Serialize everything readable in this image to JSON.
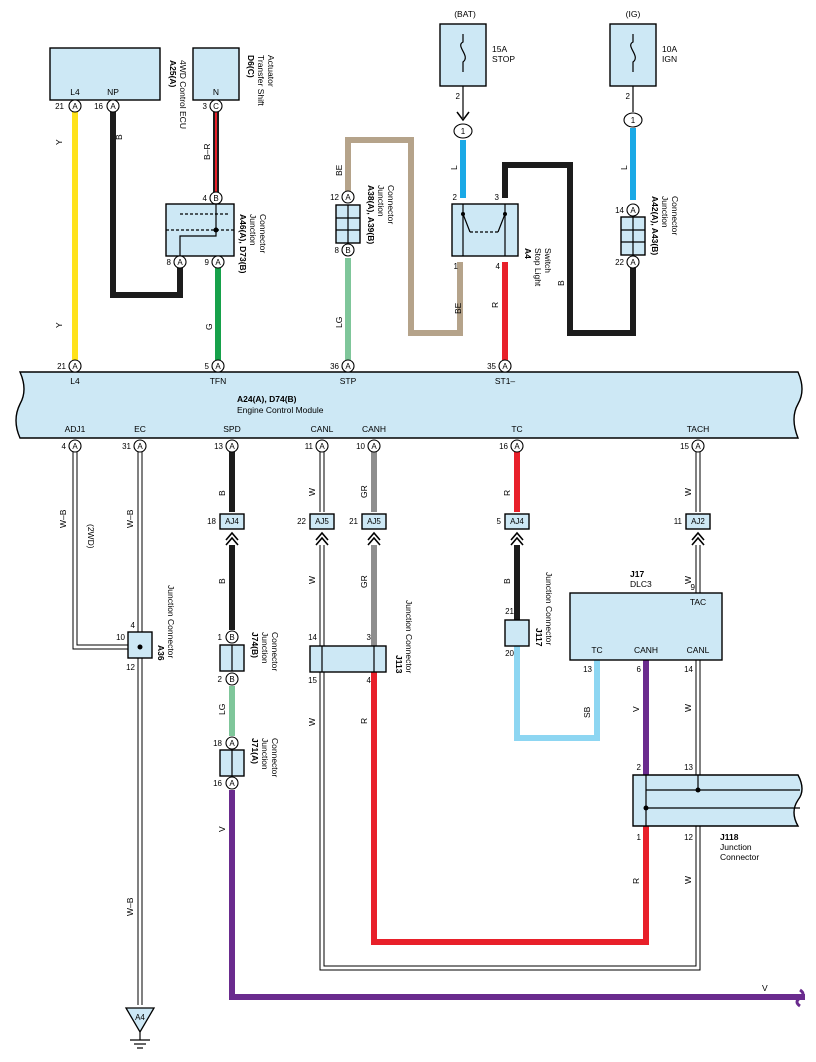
{
  "colors": {
    "Y": "#ffe21a",
    "B": "#1c1c1c",
    "L": "#1aa9e6",
    "BE": "#b5a38a",
    "LG": "#7fc69a",
    "G": "#16a14a",
    "R": "#e8202a",
    "GR": "#8e8e8e",
    "SB": "#8dd6f2",
    "V": "#6a2b8e",
    "component_fill": "#cde8f5"
  },
  "wire_labels": {
    "y1": "Y",
    "y2": "Y",
    "b_np": "B",
    "br": "B–R",
    "g_tfn": "G",
    "be_top": "BE",
    "lg_stp": "LG",
    "be_sw": "BE",
    "l_bat": "L",
    "r_sw": "R",
    "l_ig": "L",
    "b_ig": "B",
    "wb_adj": "W–B",
    "twowd": "(2WD)",
    "wb_ec": "W–B",
    "b_spd": "B",
    "w_canl": "W",
    "gr_canh": "GR",
    "r_tc": "R",
    "w_tach": "W",
    "b_aj4": "B",
    "w_aj5": "W",
    "gr_aj5": "GR",
    "b_aj4b": "B",
    "w_aj2": "W",
    "lg_j74": "LG",
    "v_j71": "V",
    "w_j113": "W",
    "r_j113": "R",
    "sb": "SB",
    "v_canh": "V",
    "w_canl2": "W",
    "r_j118": "R",
    "w_j118": "W",
    "wb_gnd": "W–B",
    "v_bottom": "V"
  },
  "components": {
    "ecu4wd": {
      "pin_l": "L4",
      "pin_r": "NP",
      "name": "A25(A)",
      "desc": "4WD Control ECU",
      "p21": "21",
      "p16": "16",
      "cA": "A"
    },
    "transfer": {
      "pin": "N",
      "name": "D6(C)",
      "desc1": "Transfer Shift",
      "desc2": "Actuator",
      "p3": "3",
      "cC": "C"
    },
    "fuse_stop": {
      "supply": "(BAT)",
      "rating": "15A",
      "name": "STOP",
      "p2": "2"
    },
    "fuse_ign": {
      "supply": "(IG)",
      "rating": "10A",
      "name": "IGN",
      "p2": "2"
    },
    "a46": {
      "name": "A46(A), D73(B)",
      "desc1": "Junction",
      "desc2": "Connector",
      "p4": "4",
      "p8": "8",
      "p9": "9",
      "cB": "B",
      "cA1": "A",
      "cA2": "A"
    },
    "a38": {
      "name": "A38(A), A39(B)",
      "desc1": "Junction",
      "desc2": "Connector",
      "p12": "12",
      "p8": "8",
      "cA": "A",
      "cB": "B"
    },
    "a4": {
      "name": "A4",
      "desc1": "Stop Light",
      "desc2": "Switch",
      "p2": "2",
      "p3": "3",
      "p1": "1",
      "p4": "4"
    },
    "a42": {
      "name": "A42(A), A43(B)",
      "desc1": "Junction",
      "desc2": "Connector",
      "p14": "14",
      "p22": "22",
      "cA1": "A",
      "cA2": "A"
    },
    "ecm": {
      "name": "A24(A), D74(B)",
      "desc": "Engine Control Module",
      "top_pins": [
        {
          "num": "21",
          "c": "A",
          "label": "L4"
        },
        {
          "num": "5",
          "c": "A",
          "label": "TFN"
        },
        {
          "num": "36",
          "c": "A",
          "label": "STP"
        },
        {
          "num": "35",
          "c": "A",
          "label": "ST1–"
        }
      ],
      "bottom_pins": [
        {
          "num": "4",
          "c": "A",
          "label": "ADJ1"
        },
        {
          "num": "31",
          "c": "A",
          "label": "EC"
        },
        {
          "num": "13",
          "c": "A",
          "label": "SPD"
        },
        {
          "num": "11",
          "c": "A",
          "label": "CANL"
        },
        {
          "num": "10",
          "c": "A",
          "label": "CANH"
        },
        {
          "num": "16",
          "c": "A",
          "label": "TC"
        },
        {
          "num": "15",
          "c": "A",
          "label": "TACH"
        }
      ]
    },
    "aj_connectors": [
      {
        "num": "18",
        "tag": "AJ4"
      },
      {
        "num": "22",
        "tag": "AJ5"
      },
      {
        "num": "21",
        "tag": "AJ5"
      },
      {
        "num": "5",
        "tag": "AJ4"
      },
      {
        "num": "11",
        "tag": "AJ2"
      }
    ],
    "a36": {
      "name": "A36",
      "desc": "Junction Connector",
      "p4": "4",
      "p10": "10",
      "p12": "12"
    },
    "j74": {
      "name": "J74(B)",
      "desc1": "Junction",
      "desc2": "Connector",
      "p1": "1",
      "p2": "2",
      "cB1": "B",
      "cB2": "B"
    },
    "j71": {
      "name": "J71(A)",
      "desc1": "Junction",
      "desc2": "Connector",
      "p18": "18",
      "p16": "16",
      "cA1": "A",
      "cA2": "A"
    },
    "j113": {
      "name": "J113",
      "desc": "Junction Connector",
      "p14": "14",
      "p3": "3",
      "p15": "15",
      "p4": "4"
    },
    "j117": {
      "name": "J117",
      "desc": "Junction Connector",
      "p21": "21",
      "p20": "20"
    },
    "j17": {
      "name": "J17",
      "desc": "DLC3",
      "tac": "TAC",
      "tc": "TC",
      "canh": "CANH",
      "canl": "CANL",
      "p9": "9",
      "p13": "13",
      "p6": "6",
      "p14": "14"
    },
    "j118": {
      "name": "J118",
      "desc1": "Junction",
      "desc2": "Connector",
      "p2": "2",
      "p13": "13",
      "p1": "1",
      "p12": "12"
    },
    "ground": {
      "name": "A4"
    }
  }
}
